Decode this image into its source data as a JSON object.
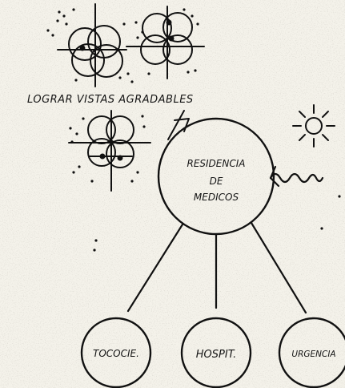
{
  "caption": "LOGRAR VISTAS AGRADABLES",
  "center_node": {
    "line1": "RESIDENCIA",
    "line2": "DE",
    "line3": "MEDICOS"
  },
  "child_nodes": [
    {
      "label": "TOCOCIE."
    },
    {
      "label": "HOSPIT."
    },
    {
      "label": "URGENCIA"
    }
  ],
  "colors": {
    "ink": "#111111",
    "paper": "#f4f2ea",
    "speckle": "#c9c5b6"
  }
}
